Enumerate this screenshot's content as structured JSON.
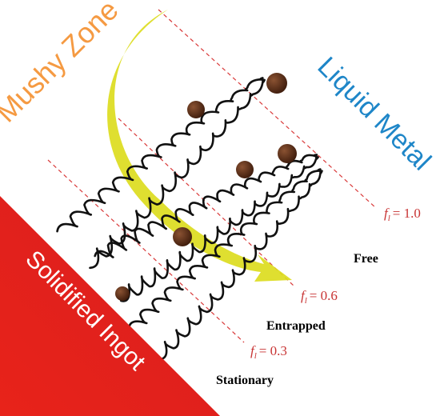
{
  "regions": {
    "mushy_zone": "Mushy Zone",
    "liquid_metal": "Liquid Metal",
    "solidified_ingot": "Solidified Ingot"
  },
  "fraction_lines": [
    {
      "symbol": "f",
      "subscript": "l",
      "value": "= 1.0"
    },
    {
      "symbol": "f",
      "subscript": "l",
      "value": "= 0.6"
    },
    {
      "symbol": "f",
      "subscript": "l",
      "value": "= 0.3"
    }
  ],
  "zones": {
    "free": "Free",
    "entrapped": "Entrapped",
    "stationary": "Stationary"
  },
  "colors": {
    "mushy_text": "#F59A42",
    "liquid_text": "#1E86C8",
    "solid_fill": "#E4231C",
    "solid_text": "#FFFFFF",
    "arrow": "#DCDC1E",
    "dashed_line": "#D93A3A",
    "fraction_text": "#C83434",
    "zone_text": "#000000",
    "particle": "#5A2D18"
  },
  "icons": {
    "particle": "particle-circle",
    "dendrite": "dendrite-shape",
    "flow_arrow": "curved-arrow"
  }
}
